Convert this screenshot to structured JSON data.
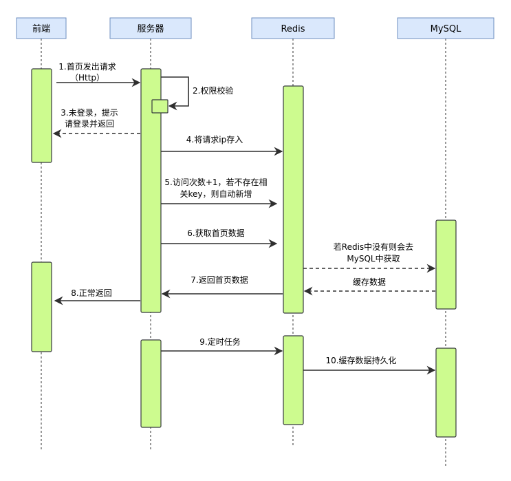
{
  "participants": [
    "前端",
    "服务器",
    "Redis",
    "MySQL"
  ],
  "messages": {
    "m1_line1": "1.首页发出请求",
    "m1_line2": "（Http）",
    "m2": "2.权限校验",
    "m3_line1": "3.未登录，提示",
    "m3_line2": "请登录并返回",
    "m4": "4.将请求ip存入",
    "m5_line1": "5.访问次数+1，若不存在相",
    "m5_line2": "关key，则自动新增",
    "m6": "6.获取首页数据",
    "m_redis_mysql_line1": "若Redis中没有则会去",
    "m_redis_mysql_line2": "MySQL中获取",
    "m_cache": "缓存数据",
    "m7": "7.返回首页数据",
    "m8": "8.正常返回",
    "m9": "9.定时任务",
    "m10": "10.缓存数据持久化"
  },
  "colors": {
    "header_fill": "#dae8fc",
    "header_stroke": "#6c8ebf",
    "activation_fill": "#cdfb8f",
    "activation_stroke": "#36393d"
  }
}
